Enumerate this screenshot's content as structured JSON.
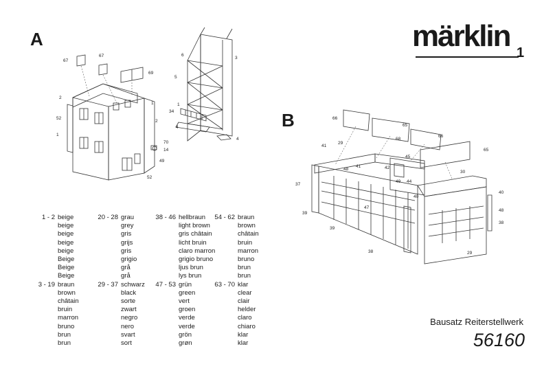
{
  "sections": {
    "a": "A",
    "b": "B"
  },
  "brand": {
    "logo": "märklin",
    "number": "1"
  },
  "callouts_a": [
    "67",
    "67",
    "69",
    "6",
    "3",
    "5",
    "2",
    "1",
    "52",
    "1",
    "2",
    "34",
    "1",
    "4",
    "4",
    "70",
    "14",
    "49",
    "52"
  ],
  "callouts_b": [
    "66",
    "65",
    "66",
    "65",
    "41",
    "29",
    "68",
    "45",
    "42",
    "48",
    "41",
    "44",
    "49",
    "30",
    "37",
    "40",
    "40",
    "48",
    "39",
    "47",
    "39",
    "38",
    "38",
    "29"
  ],
  "colors": [
    {
      "range": "1 - 2",
      "words": [
        "beige",
        "beige",
        "beige",
        "beige",
        "beige",
        "Beige",
        "Beige",
        "Beige"
      ]
    },
    {
      "range": "3 - 19",
      "words": [
        "braun",
        "brown",
        "châtain",
        "bruin",
        "marron",
        "bruno",
        "brun",
        "brun"
      ]
    },
    {
      "range": "20 - 28",
      "words": [
        "grau",
        "grey",
        "gris",
        "grijs",
        "gris",
        "grigio",
        "grå",
        "grå"
      ]
    },
    {
      "range": "29 - 37",
      "words": [
        "schwarz",
        "black",
        "sorte",
        "zwart",
        "negro",
        "nero",
        "svart",
        "sort"
      ]
    },
    {
      "range": "38 - 46",
      "words": [
        "hellbraun",
        "light brown",
        "gris châtain",
        "licht bruin",
        "claro marron",
        "grigio bruno",
        "ljus brun",
        "lys brun"
      ]
    },
    {
      "range": "47 - 53",
      "words": [
        "grün",
        "green",
        "vert",
        "groen",
        "verde",
        "verde",
        "grön",
        "grøn"
      ]
    },
    {
      "range": "54 - 62",
      "words": [
        "braun",
        "brown",
        "châtain",
        "bruin",
        "marron",
        "bruno",
        "brun",
        "brun"
      ]
    },
    {
      "range": "63 - 70",
      "words": [
        "klar",
        "clear",
        "clair",
        "helder",
        "claro",
        "chiaro",
        "klar",
        "klar"
      ]
    }
  ],
  "footer": {
    "title": "Bausatz Reiterstellwerk",
    "article": "56160"
  }
}
